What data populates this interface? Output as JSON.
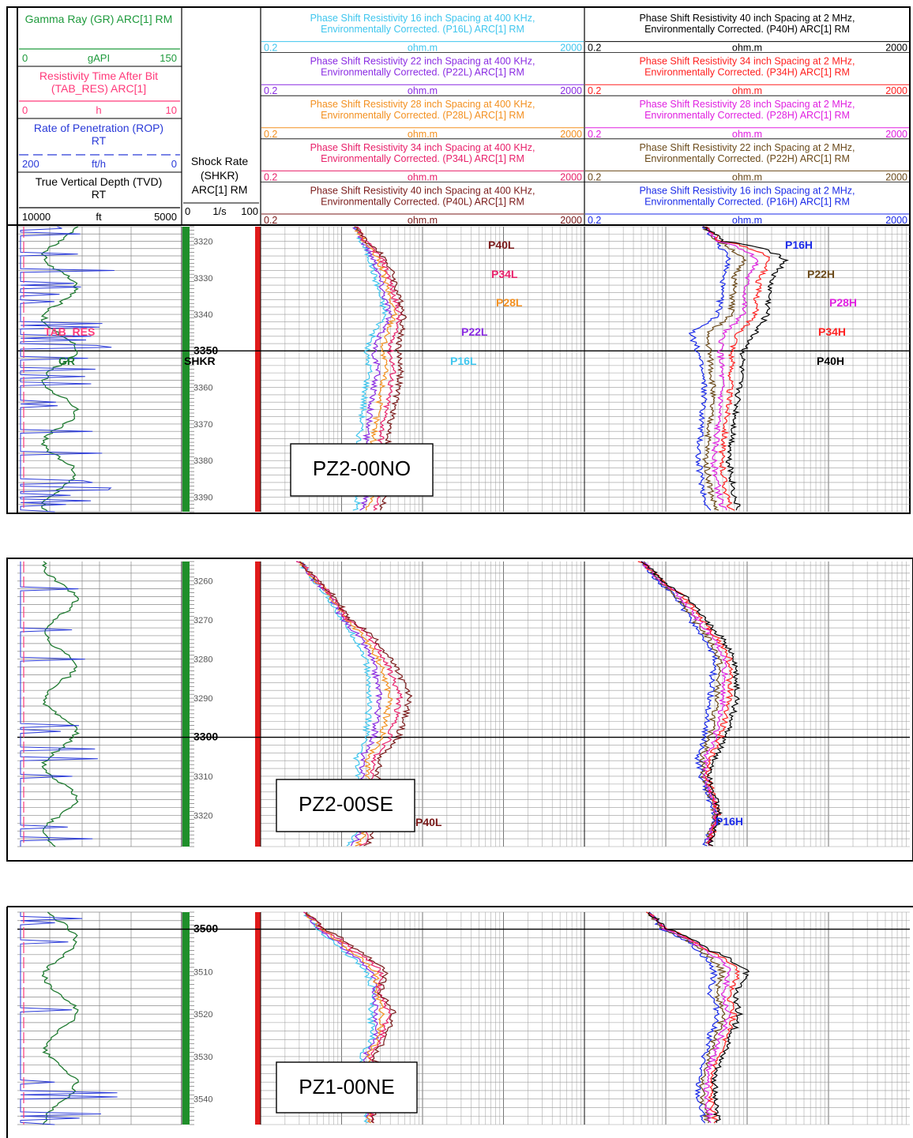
{
  "header": {
    "left_tracks": [
      {
        "title": "Gamma Ray (GR) ARC[1] RM",
        "min": "0",
        "unit": "gAPI",
        "max": "150",
        "color": "#1e9a3c"
      },
      {
        "title": "Resistivity Time After Bit (TAB_RES) ARC[1]",
        "min": "0",
        "unit": "h",
        "max": "10",
        "color": "#ff3a7a"
      },
      {
        "title": "Rate of Penetration (ROP) RT",
        "min": "200",
        "unit": "ft/h",
        "max": "0",
        "color": "#2a3ad8"
      },
      {
        "title": "True Vertical Depth (TVD) RT",
        "min": "10000",
        "unit": "ft",
        "max": "5000",
        "color": "#000000"
      }
    ],
    "shock_track": {
      "title": "Shock Rate (SHKR) ARC[1] RM",
      "min": "0",
      "unit": "1/s",
      "max": "100"
    },
    "resistivity_left": [
      {
        "title": "Phase Shift Resistivity 16 inch Spacing at 400 KHz, Environmentally Corrected. (P16L) ARC[1] RM",
        "min": "0.2",
        "unit": "ohm.m",
        "max": "2000",
        "color": "#3fc6ee"
      },
      {
        "title": "Phase Shift Resistivity 22 inch Spacing at 400 KHz, Environmentally Corrected. (P22L) ARC[1] RM",
        "min": "0.2",
        "unit": "ohm.m",
        "max": "2000",
        "color": "#8a2be2"
      },
      {
        "title": "Phase Shift Resistivity 28 inch Spacing at 400 KHz, Environmentally Corrected. (P28L) ARC[1] RM",
        "min": "0.2",
        "unit": "ohm.m",
        "max": "2000",
        "color": "#f39020"
      },
      {
        "title": "Phase Shift Resistivity 34 inch Spacing at 400 KHz, Environmentally Corrected. (P34L) ARC[1] RM",
        "min": "0.2",
        "unit": "ohm.m",
        "max": "2000",
        "color": "#e8206a"
      },
      {
        "title": "Phase Shift Resistivity 40 inch Spacing at 400 KHz, Environmentally Corrected. (P40L) ARC[1] RM",
        "min": "0.2",
        "unit": "ohm.m",
        "max": "2000",
        "color": "#7a1a1a"
      }
    ],
    "resistivity_right": [
      {
        "title": "Phase Shift Resistivity 40 inch Spacing at 2 MHz, Environmentally Corrected. (P40H) ARC[1] RM",
        "min": "0.2",
        "unit": "ohm.m",
        "max": "2000",
        "color": "#000000"
      },
      {
        "title": "Phase Shift Resistivity 34 inch Spacing at 2 MHz, Environmentally Corrected. (P34H) ARC[1] RM",
        "min": "0.2",
        "unit": "ohm.m",
        "max": "2000",
        "color": "#ff2020"
      },
      {
        "title": "Phase Shift Resistivity 28 inch Spacing at 2 MHz, Environmentally Corrected. (P28H) ARC[1] RM",
        "min": "0.2",
        "unit": "ohm.m",
        "max": "2000",
        "color": "#e020e0"
      },
      {
        "title": "Phase Shift Resistivity 22 inch Spacing at 2 MHz, Environmentally Corrected. (P22H) ARC[1] RM",
        "min": "0.2",
        "unit": "ohm.m",
        "max": "2000",
        "color": "#6b4a1a"
      },
      {
        "title": "Phase Shift Resistivity 16 inch Spacing at 2 MHz, Environmentally Corrected. (P16H) ARC[1] RM",
        "min": "0.2",
        "unit": "ohm.m",
        "max": "2000",
        "color": "#1a2ae8"
      }
    ]
  },
  "chart_data": [
    {
      "type": "line",
      "well": "PZ2-00NO",
      "depth_range": [
        3316,
        3394
      ],
      "depth_ticks": [
        "3320",
        "3330",
        "3340",
        "3350",
        "3360",
        "3370",
        "3380",
        "3390"
      ],
      "major_depth": "3350",
      "curve_labels": {
        "gr": "GR",
        "tab": "TAB_RES",
        "shkr": "SHKR",
        "low": [
          "P40L",
          "P34L",
          "P28L",
          "P22L",
          "P16L"
        ],
        "high": [
          "P16H",
          "P22H",
          "P28H",
          "P34H",
          "P40H"
        ]
      },
      "series_low_ohmm": [
        {
          "name": "P16L",
          "depth": [
            3316,
            3320,
            3325,
            3330,
            3335,
            3340,
            3345,
            3350,
            3355,
            3360,
            3370,
            3380,
            3390,
            3394
          ],
          "values": [
            3.0,
            3.5,
            4.5,
            5.2,
            6.0,
            7.0,
            5.0,
            4.0,
            4.5,
            4.0,
            3.5,
            3.0,
            3.2,
            3.0
          ]
        },
        {
          "name": "P40L",
          "depth": [
            3316,
            3320,
            3325,
            3330,
            3335,
            3340,
            3345,
            3350,
            3355,
            3360,
            3370,
            3380,
            3390,
            3394
          ],
          "values": [
            3.0,
            4.0,
            7.0,
            9.0,
            10.0,
            12.0,
            11.0,
            10.0,
            11.0,
            10.0,
            8.0,
            7.0,
            7.0,
            6.0
          ]
        }
      ],
      "series_high_ohmm": [
        {
          "name": "P16H",
          "depth": [
            3316,
            3320,
            3325,
            3330,
            3340,
            3345,
            3350,
            3360,
            3370,
            3380,
            3390,
            3394
          ],
          "values": [
            6.0,
            8.0,
            12.0,
            10.0,
            9.0,
            4.0,
            5.0,
            6.0,
            5.5,
            5.0,
            6.0,
            7.0
          ]
        },
        {
          "name": "P40H",
          "depth": [
            3316,
            3320,
            3325,
            3330,
            3340,
            3345,
            3350,
            3360,
            3370,
            3380,
            3390,
            3394
          ],
          "values": [
            6.0,
            10.0,
            60.0,
            40.0,
            35.0,
            25.0,
            18.0,
            16.0,
            14.0,
            12.0,
            14.0,
            16.0
          ]
        }
      ],
      "label_box": "PZ2-00NO"
    },
    {
      "type": "line",
      "well": "PZ2-00SE",
      "depth_range": [
        3255,
        3328
      ],
      "depth_ticks": [
        "3260",
        "3270",
        "3280",
        "3290",
        "3300",
        "3310",
        "3320"
      ],
      "major_depth": "3300",
      "curve_labels": {
        "low": [
          "P40L"
        ],
        "high": [
          "P16H"
        ]
      },
      "series_low_ohmm": [
        {
          "name": "P16L",
          "depth": [
            3255,
            3260,
            3270,
            3280,
            3290,
            3300,
            3305,
            3310,
            3320,
            3328
          ],
          "values": [
            0.6,
            0.9,
            2.0,
            4.0,
            4.5,
            4.0,
            3.0,
            3.2,
            3.5,
            2.5
          ]
        },
        {
          "name": "P40L",
          "depth": [
            3255,
            3260,
            3270,
            3280,
            3290,
            3300,
            3305,
            3310,
            3320,
            3328
          ],
          "values": [
            0.6,
            1.0,
            2.5,
            8.0,
            14.0,
            10.0,
            6.0,
            5.5,
            6.0,
            4.0
          ]
        }
      ],
      "series_high_ohmm": [
        {
          "name": "P16H",
          "depth": [
            3255,
            3260,
            3270,
            3280,
            3290,
            3300,
            3305,
            3310,
            3320,
            3328
          ],
          "values": [
            1.0,
            1.6,
            4.0,
            8.0,
            7.0,
            6.0,
            5.0,
            5.5,
            8.0,
            6.0
          ]
        },
        {
          "name": "P40H",
          "depth": [
            3255,
            3260,
            3270,
            3280,
            3290,
            3300,
            3305,
            3310,
            3320,
            3328
          ],
          "values": [
            1.0,
            1.8,
            6.0,
            14.0,
            15.0,
            11.0,
            8.0,
            7.0,
            9.0,
            7.0
          ]
        }
      ],
      "label_box": "PZ2-00SE"
    },
    {
      "type": "line",
      "well": "PZ1-00NE",
      "depth_range": [
        3496,
        3546
      ],
      "depth_ticks": [
        "3500",
        "3510",
        "3520",
        "3530",
        "3540"
      ],
      "major_depth": "3500",
      "curve_labels": {},
      "series_low_ohmm": [
        {
          "name": "P16L",
          "depth": [
            3496,
            3500,
            3505,
            3510,
            3515,
            3520,
            3525,
            3530,
            3535,
            3540,
            3546
          ],
          "values": [
            0.7,
            1.0,
            2.0,
            4.0,
            5.0,
            4.5,
            5.0,
            3.5,
            4.0,
            3.5,
            4.0
          ]
        },
        {
          "name": "P40L",
          "depth": [
            3496,
            3500,
            3505,
            3510,
            3515,
            3520,
            3525,
            3530,
            3535,
            3540,
            3546
          ],
          "values": [
            0.7,
            1.2,
            3.0,
            7.0,
            6.0,
            9.0,
            7.0,
            5.0,
            6.0,
            5.0,
            5.0
          ]
        }
      ],
      "series_high_ohmm": [
        {
          "name": "P16H",
          "depth": [
            3496,
            3500,
            3505,
            3510,
            3515,
            3520,
            3525,
            3530,
            3535,
            3540,
            3546
          ],
          "values": [
            1.2,
            1.8,
            5.0,
            8.0,
            7.0,
            9.0,
            7.0,
            6.0,
            5.0,
            5.0,
            6.0
          ]
        },
        {
          "name": "P40H",
          "depth": [
            3496,
            3500,
            3505,
            3510,
            3515,
            3520,
            3525,
            3530,
            3535,
            3540,
            3546
          ],
          "values": [
            1.2,
            2.0,
            7.0,
            20.0,
            14.0,
            16.0,
            13.0,
            10.0,
            8.0,
            8.0,
            9.0
          ]
        }
      ],
      "label_box": "PZ1-00NE"
    }
  ]
}
